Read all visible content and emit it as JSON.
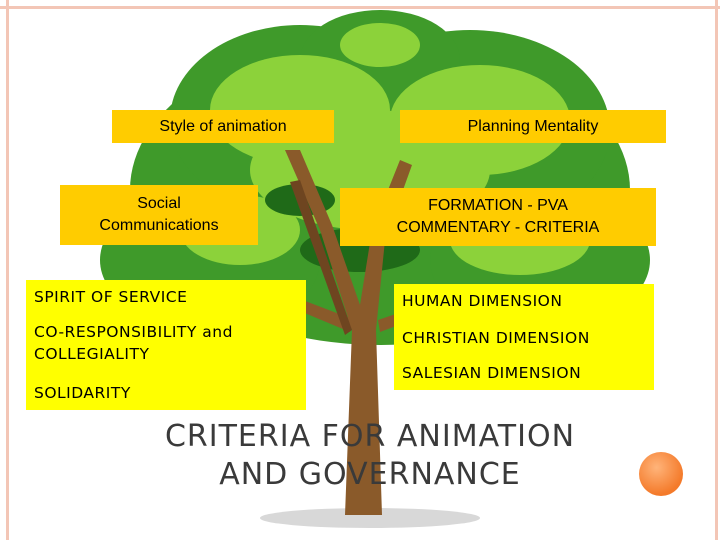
{
  "boxes": {
    "style_of_animation": "Style of animation",
    "planning_mentality": "Planning Mentality",
    "social_communications_1": "Social",
    "social_communications_2": "Communications",
    "formation_1": "FORMATION - PVA",
    "formation_2": "COMMENTARY - CRITERIA"
  },
  "left_list": [
    "SPIRIT OF SERVICE",
    "CO-RESPONSIBILITY and",
    "COLLEGIALITY",
    "SOLIDARITY"
  ],
  "right_list": [
    "HUMAN DIMENSION",
    "CHRISTIAN DIMENSION",
    "SALESIAN DIMENSION"
  ],
  "title_line1": "CRITERIA FOR ANIMATION",
  "title_line2": "AND GOVERNANCE",
  "colors": {
    "orange_box": "#ffcc00",
    "yellow_box": "#ffff00",
    "accent_dot": "#f47a2a"
  }
}
